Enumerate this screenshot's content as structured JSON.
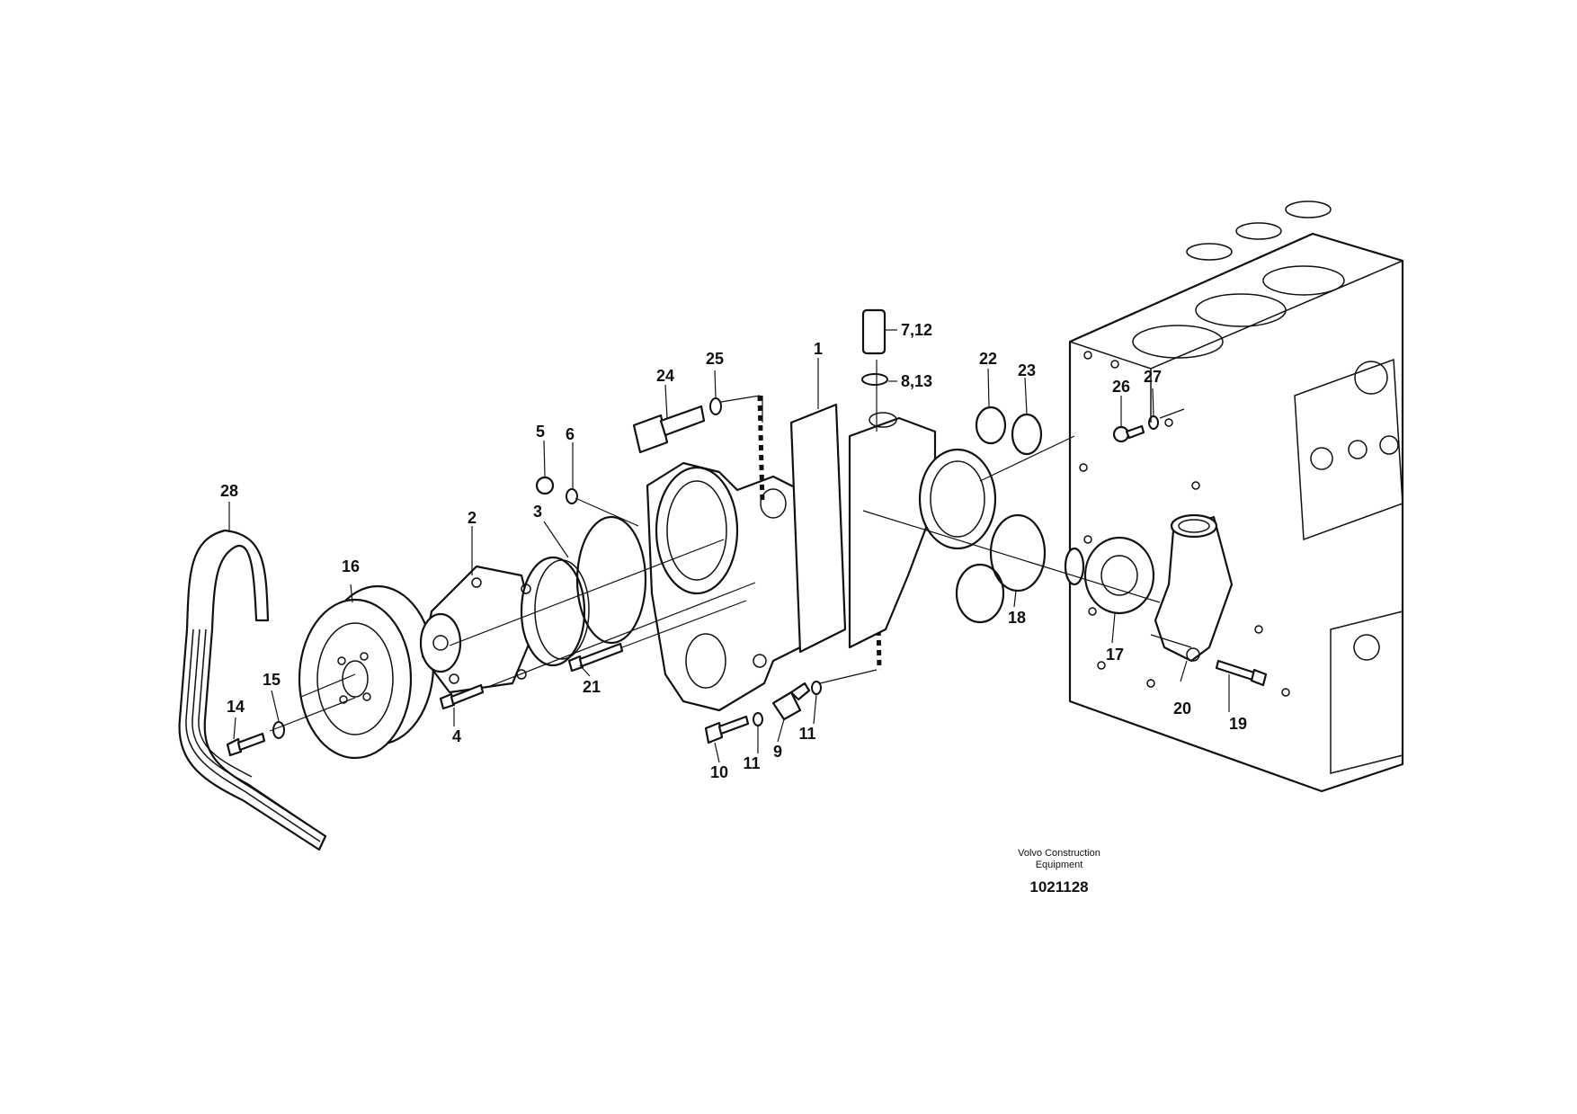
{
  "caption": {
    "company_line1": "Volvo Construction",
    "company_line2": "Equipment",
    "drawing_number": "1021128"
  },
  "callouts": {
    "c1": "1",
    "c2": "2",
    "c3": "3",
    "c4": "4",
    "c5": "5",
    "c6": "6",
    "c7_12": "7,12",
    "c8_13": "8,13",
    "c9": "9",
    "c10": "10",
    "c11a": "11",
    "c11b": "11",
    "c14": "14",
    "c15": "15",
    "c16": "16",
    "c17": "17",
    "c18": "18",
    "c19": "19",
    "c20": "20",
    "c21": "21",
    "c22": "22",
    "c23": "23",
    "c24": "24",
    "c25": "25",
    "c26": "26",
    "c27": "27",
    "c28": "28"
  }
}
